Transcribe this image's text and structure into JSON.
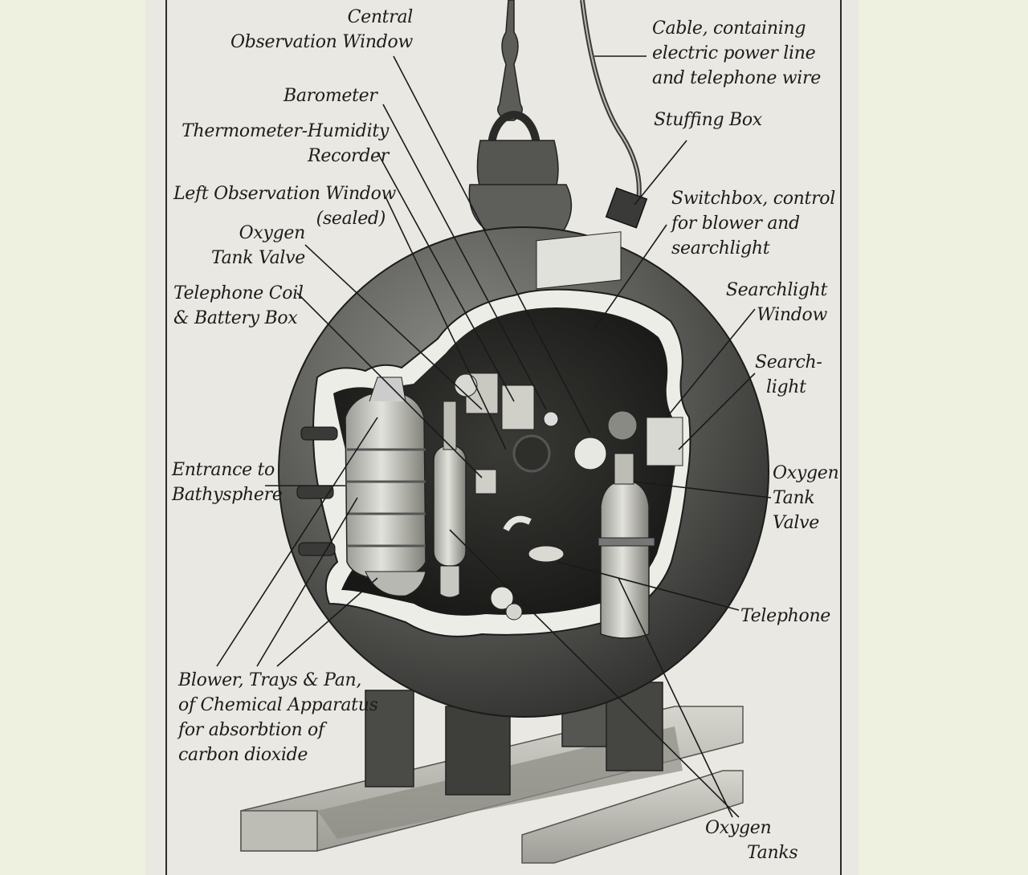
{
  "labels": {
    "central_window": [
      "Central",
      "Observation Window"
    ],
    "barometer": [
      "Barometer"
    ],
    "thermometer": [
      "Thermometer-Humidity",
      "Recorder"
    ],
    "left_window": [
      "Left Observation Window",
      "(sealed)"
    ],
    "oxygen_valve_left": [
      "Oxygen",
      "Tank Valve"
    ],
    "telephone_coil": [
      "Telephone Coil",
      "& Battery Box"
    ],
    "entrance": [
      "Entrance to",
      "Bathysphere"
    ],
    "blower": [
      "Blower, Trays & Pan,",
      "of Chemical Apparatus",
      "for absorbtion of",
      "carbon dioxide"
    ],
    "cable": [
      "Cable, containing",
      "electric power line",
      "and telephone wire"
    ],
    "stuffing_box": [
      "Stuffing Box"
    ],
    "switchbox": [
      "Switchbox, control",
      "for blower and",
      "searchlight"
    ],
    "searchlight_window": [
      "Searchlight",
      "Window"
    ],
    "searchlight": [
      "Search-",
      "light"
    ],
    "oxygen_valve_right": [
      "Oxygen",
      "Tank",
      "Valve"
    ],
    "telephone": [
      "Telephone"
    ],
    "oxygen_tanks": [
      "Oxygen",
      "Tanks"
    ]
  },
  "colors": {
    "background": "#eef0e0",
    "paper": "#e9e8e2",
    "sphere": "#5a5a58",
    "interior": "#262624",
    "ink": "#1c1c1c"
  }
}
